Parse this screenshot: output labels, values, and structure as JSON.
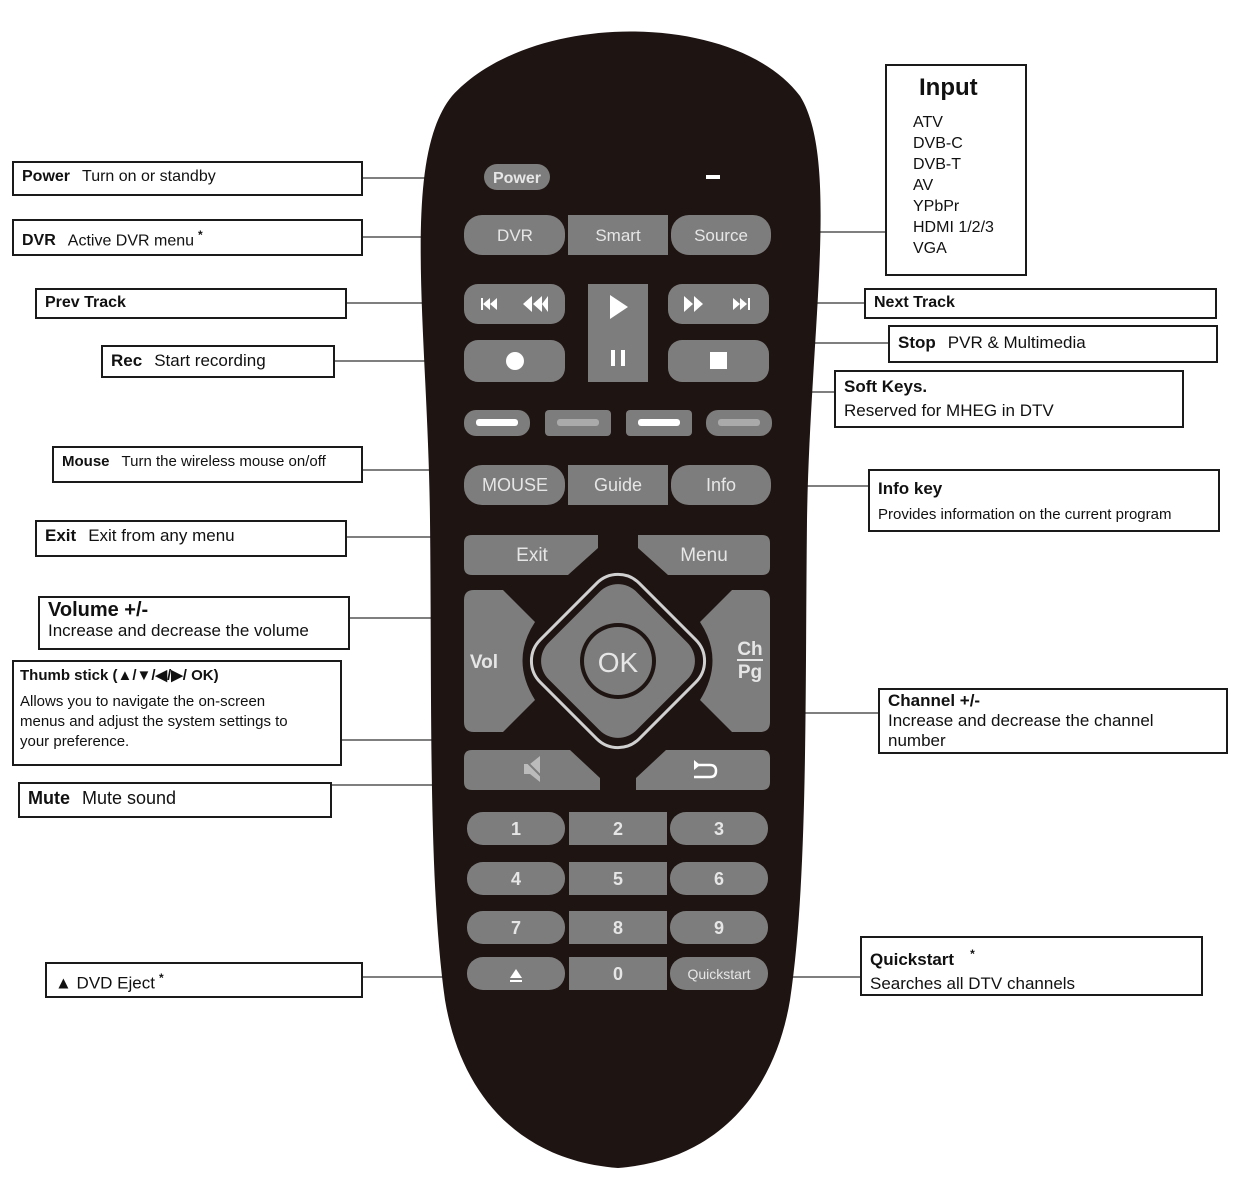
{
  "remote": {
    "power": "Power",
    "row1": [
      "DVR",
      "Smart",
      "Source"
    ],
    "row_mouse": [
      "MOUSE",
      "Guide",
      "Info"
    ],
    "exit": "Exit",
    "menu": "Menu",
    "vol": "Vol",
    "ok": "OK",
    "ch": "Ch",
    "pg": "Pg",
    "numbers": [
      "1",
      "2",
      "3",
      "4",
      "5",
      "6",
      "7",
      "8",
      "9"
    ],
    "zero": "0",
    "quickstart": "Quickstart"
  },
  "labels": {
    "power": {
      "title": "Power",
      "desc": "Turn on or standby"
    },
    "dvr": {
      "title": "DVR",
      "desc": "Active DVR menu",
      "star": "*"
    },
    "prev_track": {
      "title": "Prev Track"
    },
    "rec": {
      "title": "Rec",
      "desc": "Start recording"
    },
    "mouse": {
      "title": "Mouse",
      "desc": "Turn the wireless mouse on/off"
    },
    "exit": {
      "title": "Exit",
      "desc": "Exit from any menu"
    },
    "volume": {
      "title": "Volume +/-",
      "desc": "Increase and decrease the volume"
    },
    "thumb": {
      "title": "Thumb stick (▲/▼/◀/▶/ OK)",
      "desc": [
        "Allows you to navigate the on-screen",
        "menus and adjust the system settings to",
        "your preference."
      ]
    },
    "mute": {
      "title": "Mute",
      "desc": "Mute sound"
    },
    "eject": {
      "title": "▲ DVD Eject",
      "star": "*"
    },
    "input": {
      "title": "Input",
      "items": [
        "ATV",
        "DVB-C",
        "DVB-T",
        "AV",
        "YPbPr",
        "HDMI 1/2/3",
        "VGA"
      ]
    },
    "next_track": {
      "title": "Next Track"
    },
    "stop": {
      "title": "Stop",
      "desc": "PVR & Multimedia"
    },
    "soft_keys": {
      "title": "Soft Keys.",
      "desc": "Reserved for MHEG in DTV"
    },
    "info": {
      "title": "Info key",
      "desc": "Provides information on the current program"
    },
    "channel": {
      "title": "Channel +/-",
      "desc": [
        "Increase and decrease the channel",
        "number"
      ]
    },
    "quickstart": {
      "title": "Quickstart",
      "star": "*",
      "desc": "Searches all DTV channels"
    }
  },
  "colors": {
    "body": "#1e1412",
    "button": "#7d7d7d",
    "button_text": "#e6e6e6",
    "line": "#444444"
  }
}
